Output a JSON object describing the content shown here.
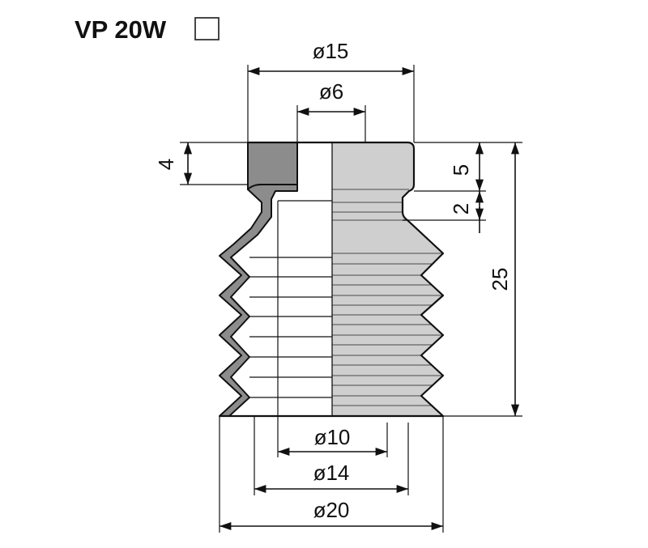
{
  "title": {
    "model": "VP 20W",
    "variant_box": ""
  },
  "dimensions": {
    "top_outer_diameter": "ø15",
    "top_inner_diameter": "ø6",
    "top_flange_height": "4",
    "collar_height": "5",
    "neck_height": "2",
    "overall_height": "25",
    "bottom_inner_diameter": "ø10",
    "bottom_mid_diameter": "ø14",
    "bottom_outer_diameter": "ø20"
  },
  "colors": {
    "section_fill": "#8c8c8c",
    "body_fill": "#cfcfcf",
    "background": "#ffffff",
    "line": "#111111"
  }
}
